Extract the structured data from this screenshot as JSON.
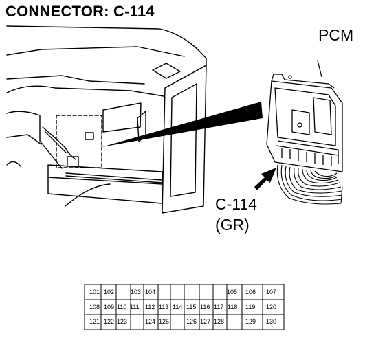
{
  "title": "CONNECTOR: C-114",
  "labels": {
    "component": "PCM",
    "connector_id": "C-114",
    "connector_color": "(GR)"
  },
  "connector_pins": {
    "row1": [
      "101",
      "102",
      "103",
      "104",
      "105",
      "106",
      "107"
    ],
    "row2": [
      "108",
      "109",
      "110",
      "111",
      "112",
      "113",
      "114",
      "115",
      "116",
      "117",
      "118",
      "119",
      "120"
    ],
    "row3": [
      "121",
      "122",
      "123",
      "124",
      "125",
      "126",
      "127",
      "128",
      "129",
      "130"
    ]
  }
}
